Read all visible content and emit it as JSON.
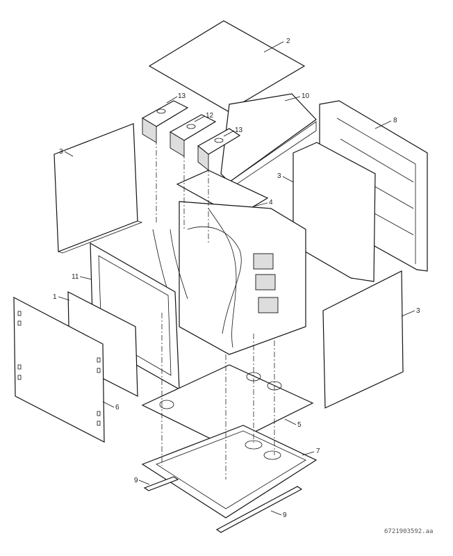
{
  "diagram": {
    "callouts": [
      "2",
      "10",
      "13",
      "12",
      "13",
      "8",
      "3",
      "3",
      "4",
      "11",
      "1",
      "3",
      "6",
      "5",
      "7",
      "9",
      "9"
    ],
    "drawing_number": "6721903592.aa"
  }
}
